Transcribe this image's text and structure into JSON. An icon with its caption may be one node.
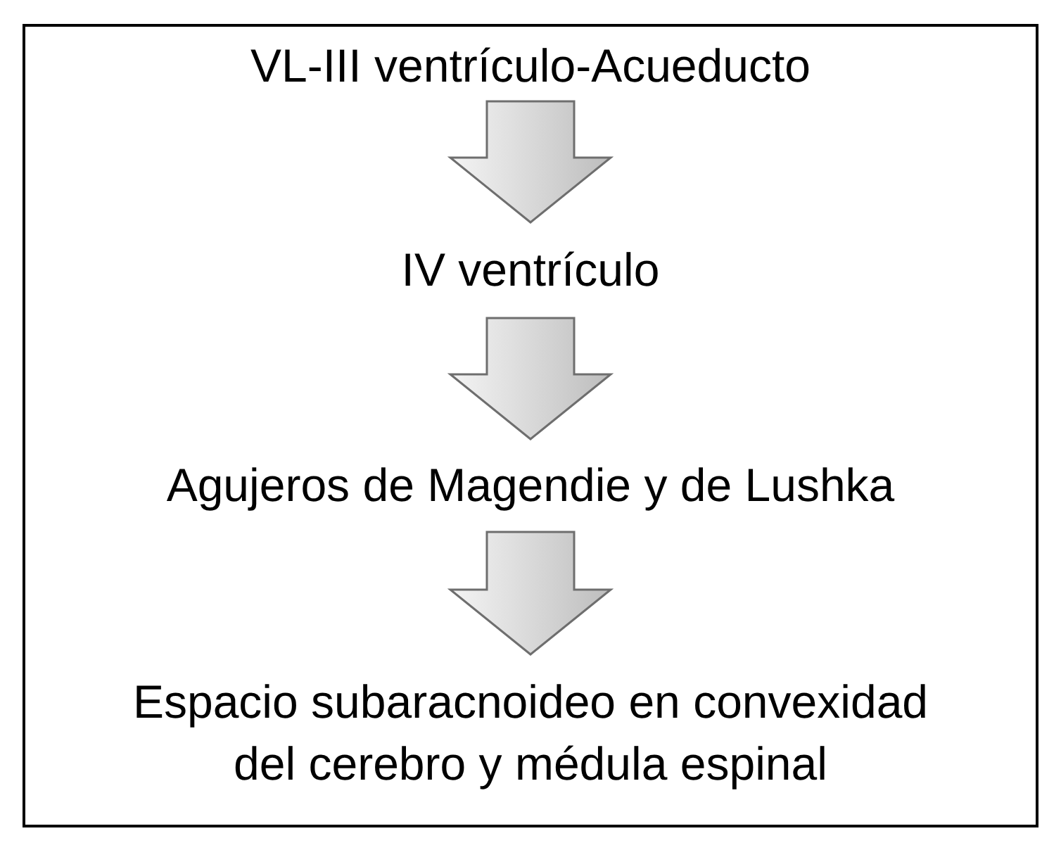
{
  "diagram": {
    "nodes": [
      {
        "text": [],
        "shape": "box"
      },
      {
        "text": [
          "VL-III ventrículo-Acueducto"
        ],
        "in": 0
      },
      {
        "text": [
          "IV ventrículo"
        ],
        "in": 0
      },
      {
        "text": [
          "Agujeros de Magendie y de Lushka"
        ],
        "in": 0
      },
      {
        "text": [
          "Espacio subaracnoideo en convexidad del cerebro y médula espinal"
        ],
        "in": 0
      }
    ],
    "edges": [
      {
        "from": 1,
        "to": 2,
        "arrow": "to"
      },
      {
        "from": 2,
        "to": 3,
        "arrow": "to"
      },
      {
        "from": 3,
        "to": 4,
        "arrow": "to"
      }
    ]
  }
}
